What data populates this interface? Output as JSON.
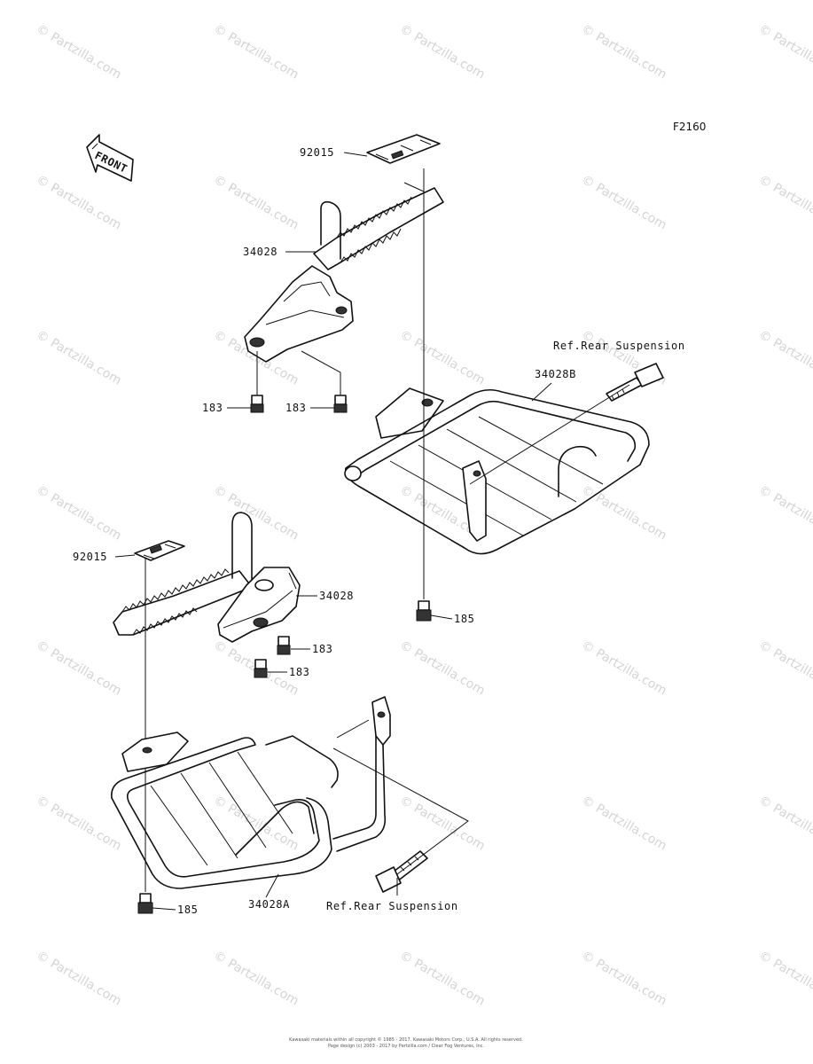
{
  "diagram_code": "F2160",
  "watermark_text": "© Partzilla.com",
  "front_label": "FRONT",
  "labels": {
    "upper_pad": "92015",
    "upper_step": "34028",
    "upper_bolt_left": "183",
    "upper_bolt_right": "183",
    "ref_top": "Ref.Rear Suspension",
    "guard_b": "34028B",
    "bolt_185_right": "185",
    "lower_pad": "92015",
    "lower_step": "34028",
    "lower_bolt_a": "183",
    "lower_bolt_b": "183",
    "bolt_185_left": "185",
    "guard_a": "34028A",
    "ref_bottom": "Ref.Rear Suspension"
  },
  "copyright_line1": "Kawasaki materials within all copyright © 1985 - 2017. Kawasaki Motors Corp., U.S.A. All rights reserved.",
  "copyright_line2": "Page design (c) 2003 - 2017 by Partzilla.com / Clear Fog Ventures, Inc."
}
